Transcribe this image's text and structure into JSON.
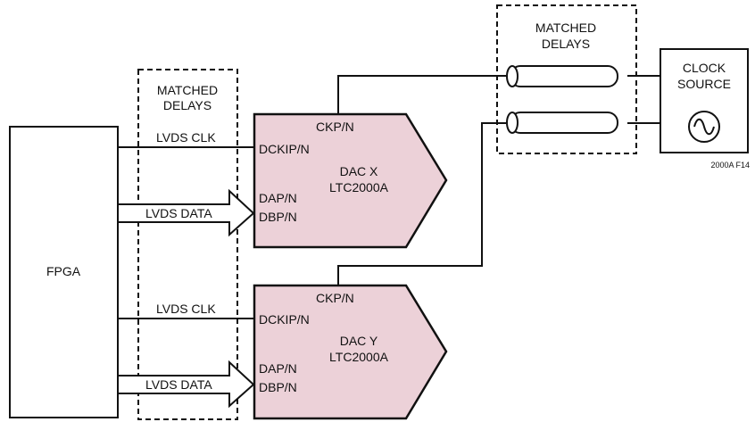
{
  "colors": {
    "dac_fill": "#ecd1d8",
    "stroke": "#111111",
    "background": "#ffffff"
  },
  "fpga": {
    "label": "FPGA"
  },
  "matched_delays_left": {
    "label_line1": "MATCHED",
    "label_line2": "DELAYS"
  },
  "matched_delays_right": {
    "label_line1": "MATCHED",
    "label_line2": "DELAYS"
  },
  "clock_source": {
    "label_line1": "CLOCK",
    "label_line2": "SOURCE",
    "icon": "sine-wave-icon"
  },
  "figure_id": "2000A F14",
  "dac_x": {
    "name": "DAC X",
    "part": "LTC2000A",
    "ck_pin": "CKP/N",
    "dck_pin": "DCKIP/N",
    "da_pin": "DAP/N",
    "db_pin": "DBP/N",
    "clk_signal": "LVDS CLK",
    "data_signal": "LVDS DATA"
  },
  "dac_y": {
    "name": "DAC Y",
    "part": "LTC2000A",
    "ck_pin": "CKP/N",
    "dck_pin": "DCKIP/N",
    "da_pin": "DAP/N",
    "db_pin": "DBP/N",
    "clk_signal": "LVDS CLK",
    "data_signal": "LVDS DATA"
  }
}
